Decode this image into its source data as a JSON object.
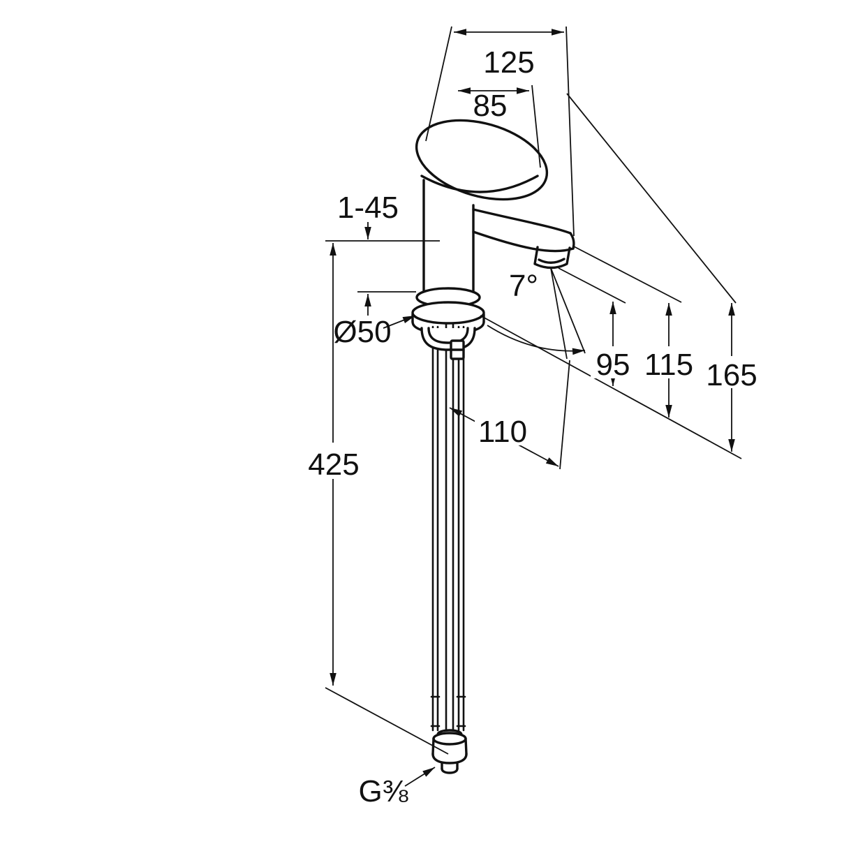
{
  "drawing": {
    "type": "technical-dimension-drawing",
    "subject": "single-lever basin mixer faucet with supply pipes, isometric line drawing",
    "line_color": "#111111",
    "background": "#ffffff",
    "labels": {
      "total_depth": "125",
      "handle_depth": "85",
      "mounting_thickness_range": "1-45",
      "base_diameter": "Ø50",
      "spout_angle": "7°",
      "spout_outlet_height": "95",
      "spout_top_height": "115",
      "total_height": "165",
      "spout_projection": "110",
      "connection_length": "425",
      "thread_size": "G⅜"
    }
  }
}
